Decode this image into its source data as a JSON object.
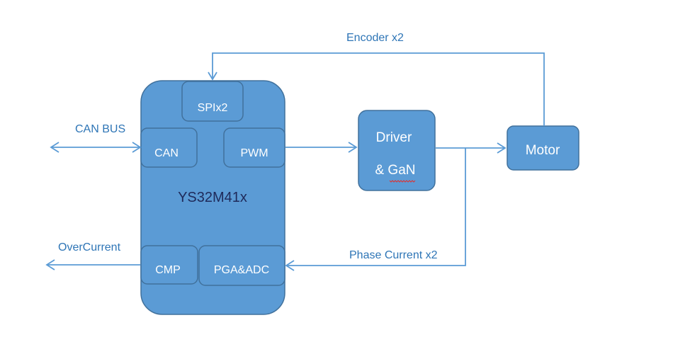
{
  "mcu": {
    "title": "YS32M41x",
    "spi": "SPIx2",
    "can": "CAN",
    "pwm": "PWM",
    "cmp": "CMP",
    "pga_adc": "PGA&ADC"
  },
  "driver": {
    "line1": "Driver",
    "line2": "& GaN"
  },
  "motor": {
    "label": "Motor"
  },
  "labels": {
    "encoder": "Encoder x2",
    "can_bus": "CAN BUS",
    "over_current": "OverCurrent",
    "phase_current": "Phase Current x2"
  },
  "colors": {
    "block_fill": "#5b9bd5",
    "block_stroke": "#41719c",
    "connector": "#5b9bd5",
    "label_text": "#2e75b6",
    "mcu_title_text": "#1f2a5a"
  }
}
